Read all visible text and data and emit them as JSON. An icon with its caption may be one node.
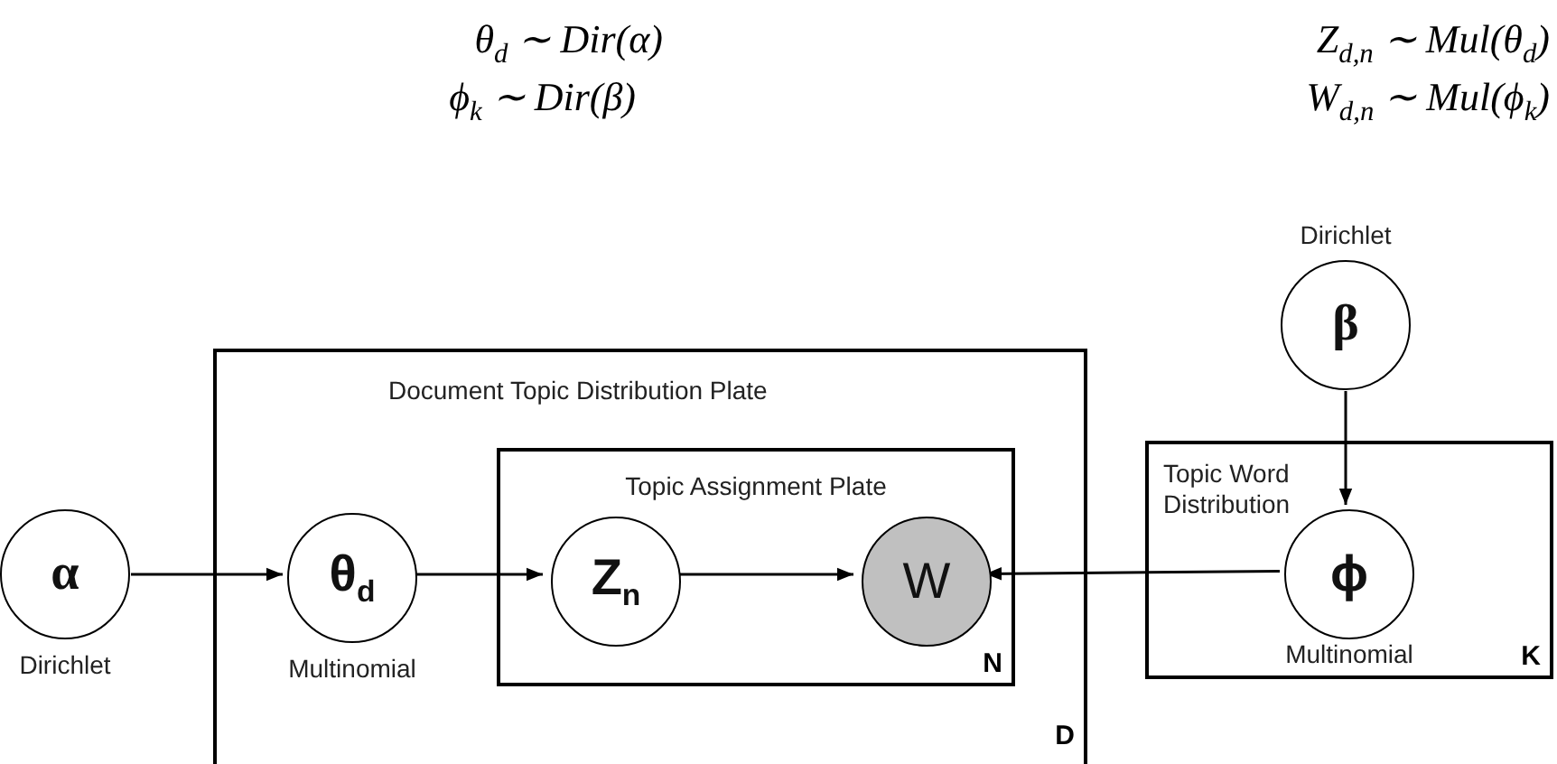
{
  "diagram": {
    "nodes": [
      {
        "text": [
          "Document Topic Distribution Plate",
          "D"
        ]
      },
      {
        "text": [
          "Topic Assignment Plate",
          "N"
        ],
        "in": 0
      },
      {
        "text": [
          "Topic Word Distribution",
          "K"
        ]
      },
      {
        "text": [
          "α"
        ],
        "beside": [
          "Dirichlet"
        ]
      },
      {
        "text": [
          "θ$_{d}$"
        ],
        "beside": [
          "Multinomial"
        ],
        "in": 0
      },
      {
        "text": [
          "Z$_{n}$"
        ],
        "in": 1
      },
      {
        "text": [
          "W"
        ],
        "in": 1
      },
      {
        "text": [
          "β"
        ],
        "beside": [
          "Dirichlet"
        ]
      },
      {
        "text": [
          "ϕ"
        ],
        "beside": [
          "Multinomial"
        ],
        "in": 2
      }
    ],
    "edges": [
      {
        "from": 3,
        "to": 4,
        "arrow": "to"
      },
      {
        "from": 4,
        "to": 5,
        "arrow": "to"
      },
      {
        "from": 5,
        "to": 6,
        "arrow": "to"
      },
      {
        "from": 8,
        "to": 6,
        "arrow": "to"
      },
      {
        "from": 7,
        "to": 8,
        "arrow": "to"
      }
    ],
    "labels": [
      "θ$_{d}$ ∼ Dir(α)",
      "Z$_{d,n}$ ∼ Mul(θ$_{d}$)",
      "ϕ$_{k}$ ∼ Dir(β)",
      "W$_{d,n}$ ∼ Mul(ϕ$_{k}$)"
    ]
  }
}
